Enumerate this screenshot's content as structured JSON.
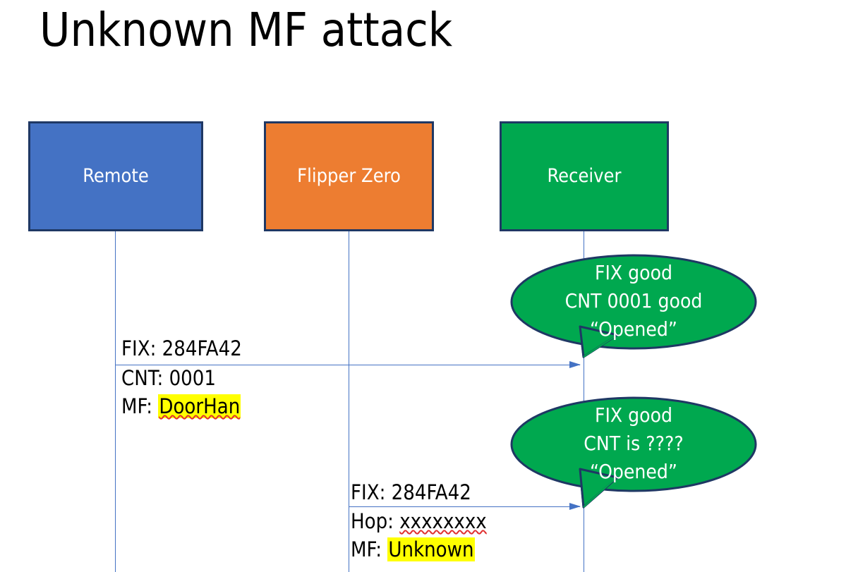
{
  "slide": {
    "title": "Unknown MF attack"
  },
  "actors": [
    {
      "id": "remote",
      "label": "Remote",
      "color": "#4472C4"
    },
    {
      "id": "flipper",
      "label": "Flipper Zero",
      "color": "#ED7D31"
    },
    {
      "id": "receiver",
      "label": "Receiver",
      "color": "#00A84F"
    }
  ],
  "messages": [
    {
      "id": "msg-1",
      "from": "remote",
      "to": "receiver",
      "lines": [
        {
          "label": "FIX:",
          "value": "284FA42",
          "highlight": false,
          "spellerror": false
        },
        {
          "label": "CNT:",
          "value": "0001",
          "highlight": false,
          "spellerror": false
        },
        {
          "label": "MF:",
          "value": "DoorHan",
          "highlight": true,
          "spellerror": true
        }
      ]
    },
    {
      "id": "msg-2",
      "from": "flipper",
      "to": "receiver",
      "lines": [
        {
          "label": "FIX:",
          "value": "284FA42",
          "highlight": false,
          "spellerror": false
        },
        {
          "label": "Hop:",
          "value": "xxxxxxxx",
          "highlight": false,
          "spellerror": true
        },
        {
          "label": "MF:",
          "value": "Unknown",
          "highlight": true,
          "spellerror": false
        }
      ]
    }
  ],
  "callouts": [
    {
      "id": "callout-1",
      "lines": [
        "FIX good",
        "CNT 0001 good",
        "“Opened”"
      ],
      "fill": "#00A84F",
      "stroke": "#1F3864"
    },
    {
      "id": "callout-2",
      "lines": [
        "FIX good",
        "CNT is ????",
        "“Opened”"
      ],
      "fill": "#00A84F",
      "stroke": "#1F3864"
    }
  ],
  "colors": {
    "line": "#4472C4",
    "box_border": "#1F3864",
    "highlight": "#FFFF00",
    "spellcheck": "#E03030",
    "text": "#000000"
  }
}
